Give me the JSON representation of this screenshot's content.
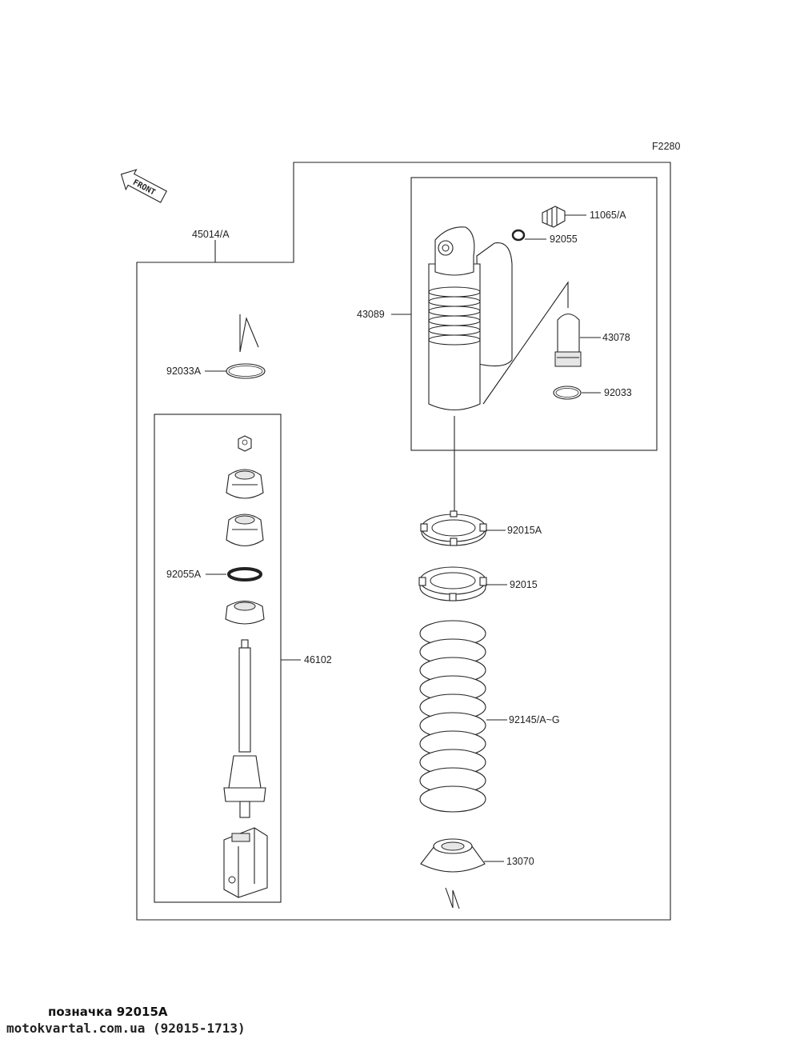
{
  "diagram": {
    "figure_code": "F2280",
    "front_label": "FRONT",
    "callouts": {
      "c45014": "45014/A",
      "c92033A": "92033A",
      "c92055A": "92055A",
      "c46102": "46102",
      "c43089": "43089",
      "c11065": "11065/A",
      "c92055": "92055",
      "c43078": "43078",
      "c92033": "92033",
      "c92015A": "92015A",
      "c92015": "92015",
      "c92145": "92145/A~G",
      "c13070": "13070"
    }
  },
  "caption": "позначка 92015A",
  "watermark": "motokvartal.com.ua (92015-1713)"
}
